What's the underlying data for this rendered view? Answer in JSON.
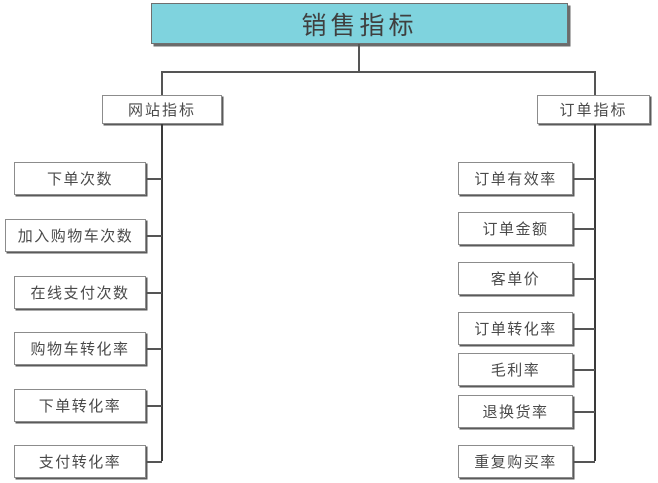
{
  "diagram": {
    "type": "tree-org-chart",
    "root": {
      "label": "销售指标"
    },
    "branches": [
      {
        "id": "website",
        "label": "网站指标",
        "side": "left",
        "leaves": [
          {
            "label": "下单次数"
          },
          {
            "label": "加入购物车次数"
          },
          {
            "label": "在线支付次数"
          },
          {
            "label": "购物车转化率"
          },
          {
            "label": "下单转化率"
          },
          {
            "label": "支付转化率"
          }
        ]
      },
      {
        "id": "order",
        "label": "订单指标",
        "side": "right",
        "leaves": [
          {
            "label": "订单有效率"
          },
          {
            "label": "订单金额"
          },
          {
            "label": "客单价"
          },
          {
            "label": "订单转化率"
          },
          {
            "label": "毛利率"
          },
          {
            "label": "退换货率"
          },
          {
            "label": "重复购买率"
          }
        ]
      }
    ],
    "colors": {
      "root_fill": "#7fd3de",
      "node_fill": "#ffffff",
      "border": "#8c8c8c",
      "shadow": "#5a5a5a",
      "line": "#555555",
      "text": "#4a4a4a",
      "background": "#ffffff"
    }
  }
}
